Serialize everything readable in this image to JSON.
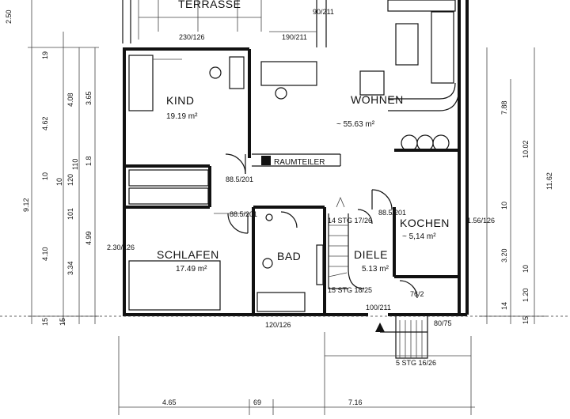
{
  "rooms": {
    "terrasse": "TERRASSE",
    "kind": {
      "name": "KIND",
      "area": "19.19 m²"
    },
    "wohnen": {
      "name": "WOHNEN",
      "area": "~ 55.63 m²"
    },
    "raumteiler": "RAUMTEILER",
    "kochen": {
      "name": "KOCHEN",
      "area": "~ 5,14 m²"
    },
    "schlafen": {
      "name": "SCHLAFEN",
      "area": "17.49 m²"
    },
    "bad": "BAD",
    "diele": {
      "name": "DIELE",
      "area": "5.13 m²"
    }
  },
  "dims_top": [
    "2.50",
    "230/126",
    "190/211",
    "90/211"
  ],
  "dims_left_outer": [
    "9.12",
    "4.62",
    "4.10"
  ],
  "dims_left_mid": [
    "4.08",
    "10",
    "120",
    "101",
    "3.34"
  ],
  "dims_left_inner": [
    "3.65",
    "1.8",
    "4.99",
    "15"
  ],
  "dims_left_small": [
    "19",
    "10",
    "110",
    "15"
  ],
  "dims_right": [
    "7.88",
    "10.02",
    "11.62",
    "10",
    "3.20",
    "10",
    "1.20",
    "14",
    "15"
  ],
  "dims_bottom": [
    "4.65",
    "69",
    "7.16"
  ],
  "openings": {
    "kind_door": "88.5/201",
    "schlafen_door": "88.5/201",
    "kochen_door": "88.5/201",
    "kochen_window": "1.56/126",
    "schlafen_window": "2.30/126",
    "bad_window": "120/126",
    "entry_door": "100/211",
    "diele_small": "76/2",
    "entry_dim": "80/75"
  },
  "stairs": {
    "upper": "14 STG 17/26",
    "lower": "15 STG 18/25",
    "entry": "5 STG 16/26"
  }
}
